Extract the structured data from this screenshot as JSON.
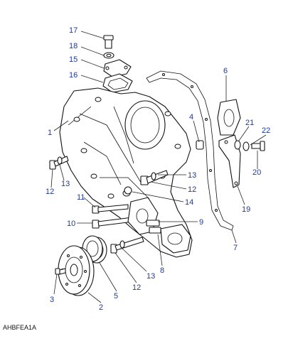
{
  "figure": {
    "reference_code": "AHBFEA1A",
    "callouts": [
      {
        "id": "c17",
        "label": "17"
      },
      {
        "id": "c18",
        "label": "18"
      },
      {
        "id": "c15",
        "label": "15"
      },
      {
        "id": "c16",
        "label": "16"
      },
      {
        "id": "c6",
        "label": "6"
      },
      {
        "id": "c1",
        "label": "1"
      },
      {
        "id": "c4",
        "label": "4"
      },
      {
        "id": "c21",
        "label": "21"
      },
      {
        "id": "c22",
        "label": "22"
      },
      {
        "id": "c20",
        "label": "20"
      },
      {
        "id": "c13a",
        "label": "13"
      },
      {
        "id": "c12a",
        "label": "12"
      },
      {
        "id": "c13b",
        "label": "13"
      },
      {
        "id": "c12b",
        "label": "12"
      },
      {
        "id": "c11",
        "label": "11"
      },
      {
        "id": "c14",
        "label": "14"
      },
      {
        "id": "c19",
        "label": "19"
      },
      {
        "id": "c10",
        "label": "10"
      },
      {
        "id": "c9",
        "label": "9"
      },
      {
        "id": "c7",
        "label": "7"
      },
      {
        "id": "c8",
        "label": "8"
      },
      {
        "id": "c13c",
        "label": "13"
      },
      {
        "id": "c3",
        "label": "3"
      },
      {
        "id": "c12c",
        "label": "12"
      },
      {
        "id": "c5",
        "label": "5"
      },
      {
        "id": "c2",
        "label": "2"
      }
    ]
  }
}
